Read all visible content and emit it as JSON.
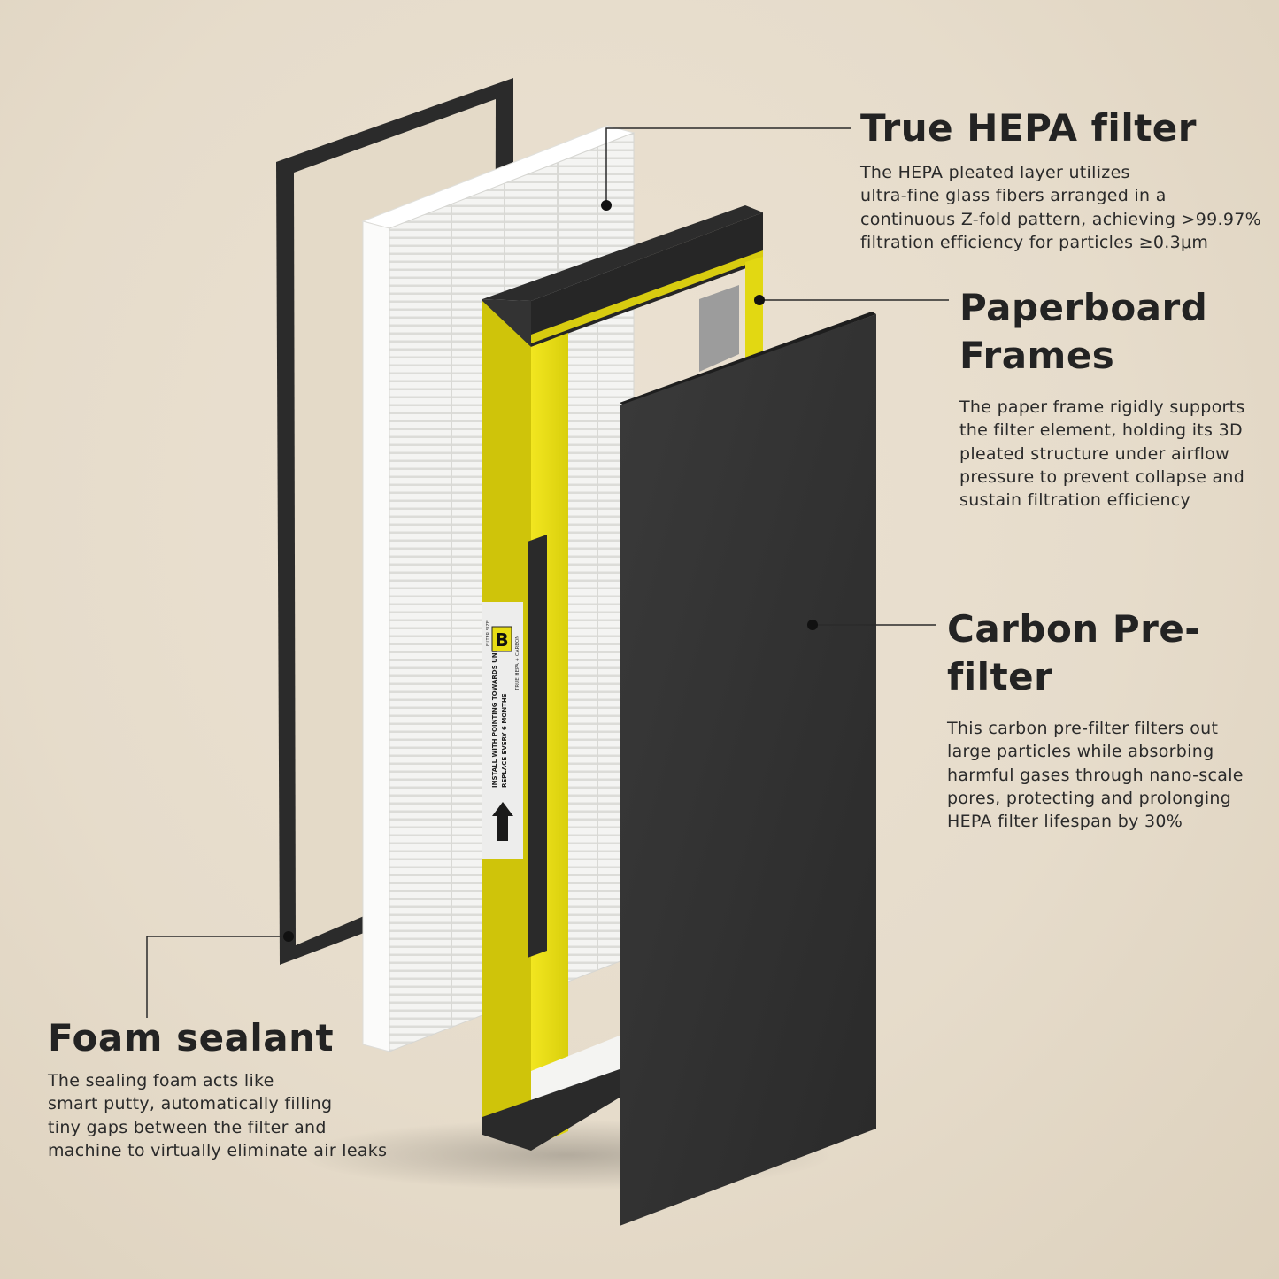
{
  "callouts": {
    "hepa": {
      "title": "True HEPA filter",
      "text": "The HEPA pleated layer utilizes\nultra-fine glass fibers arranged in a\ncontinuous Z-fold pattern, achieving >99.97%\nfiltration efficiency for particles ≥0.3μm"
    },
    "frame": {
      "title": "Paperboard Frames",
      "text": "The paper frame rigidly supports\nthe filter element, holding its 3D\npleated structure under airflow\npressure to prevent collapse and\nsustain filtration efficiency"
    },
    "carbon": {
      "title": "Carbon Pre-filter",
      "text": "This carbon pre-filter filters out\nlarge particles while absorbing\nharmful gases through nano-scale\npores, protecting and prolonging\nHEPA filter lifespan by 30%"
    },
    "foam": {
      "title": "Foam sealant",
      "text": "The sealing foam acts like\nsmart putty, automatically filling\ntiny gaps between the filter and\nmachine to virtually eliminate air leaks"
    }
  },
  "frame_label": {
    "line1": "INSTALL WITH POINTING TOWARDS UNIT",
    "line2": "REPLACE EVERY 6 MONTHS",
    "size_caption": "FILTER SIZE",
    "size_letter": "B",
    "type_caption": "TRUE HEPA + CARBON"
  },
  "colors": {
    "frame_yellow": "#e6dc10",
    "foam_black": "#262626",
    "hepa_white": "#f7f7f5",
    "background": "#e6dccb"
  }
}
